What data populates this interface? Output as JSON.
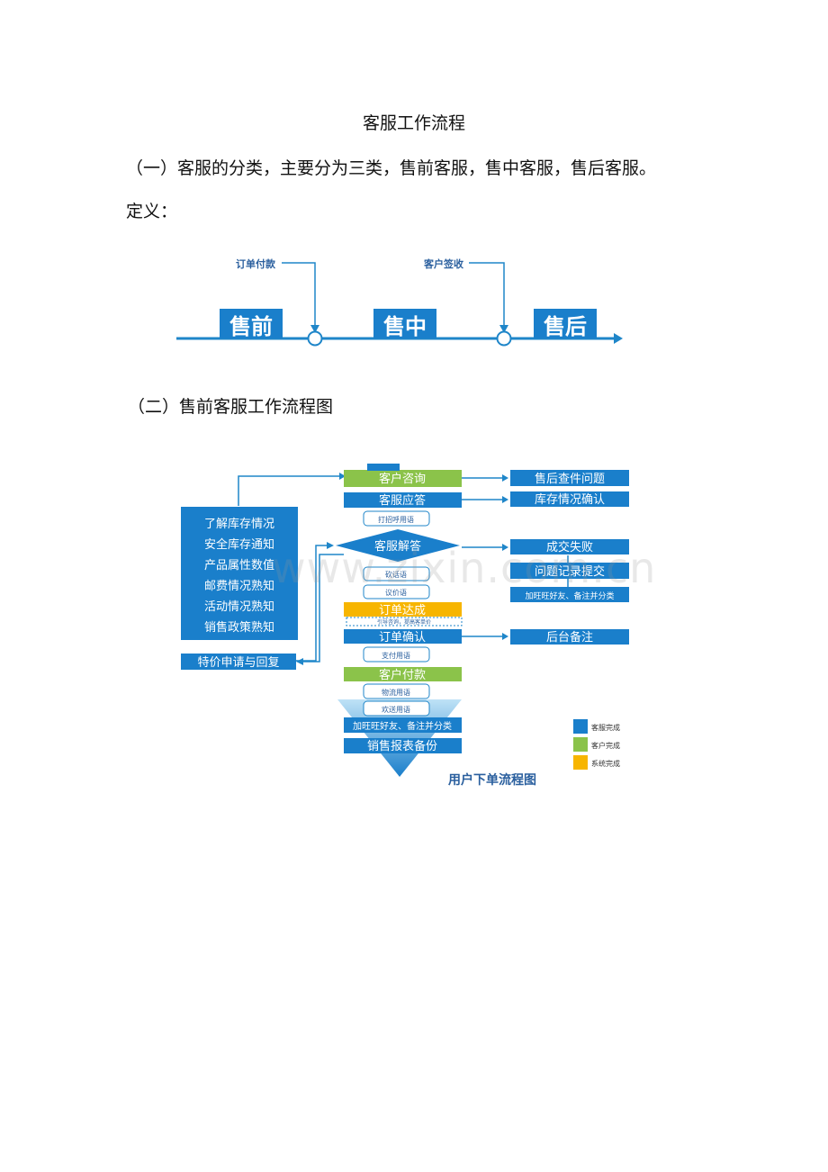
{
  "document": {
    "title": "客服工作流程",
    "section1": "（一）客服的分类，主要分为三类，售前客服，售中客服，售后客服。",
    "definition_label": "定义：",
    "section2": "（二）售前客服工作流程图"
  },
  "timeline": {
    "milestones": [
      "订单付款",
      "客户签收"
    ],
    "stages": [
      "售前",
      "售中",
      "售后"
    ]
  },
  "flow": {
    "main_steps": {
      "consult": "客户咨询",
      "answer": "客服应答",
      "greeting": "打招呼用语",
      "solve": "客服解答",
      "bargain1": "砍话语",
      "bargain2": "议价语",
      "deal": "订单达成",
      "deal_note": "引导咨询，提高客单价",
      "confirm": "订单确认",
      "pay_phrase": "支付用语",
      "pay": "客户付款",
      "logistics": "物流用语",
      "welcome": "欢送用语",
      "add_friend": "加旺旺好友、备注并分类",
      "report": "销售报表备份"
    },
    "left_items": [
      "了解库存情况",
      "安全库存通知",
      "产品属性数值",
      "邮费情况熟知",
      "活动情况熟知",
      "销售政策熟知"
    ],
    "left_bottom": "特价申请与回复",
    "right_items": {
      "aftersale": "售后查件问题",
      "stock": "库存情况确认",
      "fail": "成交失败",
      "record": "问题记录提交",
      "add_friend": "加旺旺好友、备注并分类",
      "backend": "后台备注"
    },
    "diagram_title": "用户下单流程图",
    "legend": [
      {
        "label": "客服完成",
        "color": "#1a7fcb"
      },
      {
        "label": "客户完成",
        "color": "#8bc34a"
      },
      {
        "label": "系统完成",
        "color": "#f7b500"
      }
    ]
  },
  "watermark": "www.zixin.com.cn"
}
